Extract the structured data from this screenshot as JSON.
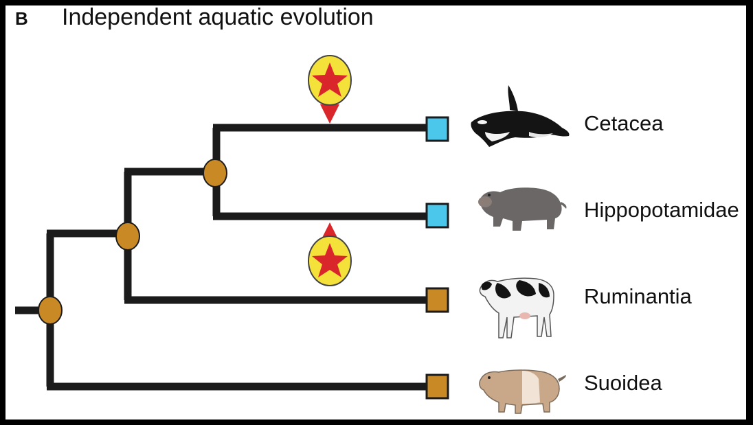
{
  "panel": {
    "letter": "B",
    "title": "Independent aquatic evolution"
  },
  "taxa": [
    {
      "label": "Cetacea",
      "state": "aquatic",
      "animal": "orca-icon"
    },
    {
      "label": "Hippopotamidae",
      "state": "aquatic",
      "animal": "hippo-icon"
    },
    {
      "label": "Ruminantia",
      "state": "terrestrial",
      "animal": "cow-icon"
    },
    {
      "label": "Suoidea",
      "state": "terrestrial",
      "animal": "pig-icon"
    }
  ],
  "markers": [
    {
      "name": "aquatic-transition-marker",
      "branch": "Cetacea",
      "icon": "red-star-on-yellow-icon"
    },
    {
      "name": "aquatic-transition-marker",
      "branch": "Hippopotamidae",
      "icon": "red-star-on-yellow-icon"
    }
  ],
  "colors": {
    "background": "#ffffff",
    "frame": "#000000",
    "branch": "#1b1b1b",
    "internal_node": "#c98a26",
    "aquatic_state": "#4cc7ec",
    "terrestrial_state": "#c98a26",
    "marker_fill": "#f4e23b",
    "marker_star": "#d9262a"
  }
}
